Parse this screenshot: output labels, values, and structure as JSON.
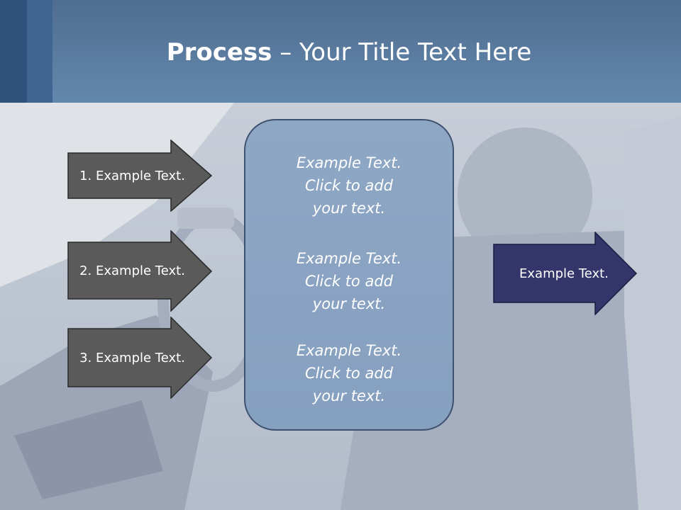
{
  "title": {
    "bold": "Process",
    "rest": " – Your Title Text Here"
  },
  "left_arrows": [
    {
      "label": "1. Example Text."
    },
    {
      "label": "2. Example Text."
    },
    {
      "label": "3. Example Text."
    }
  ],
  "center_box": {
    "blocks": [
      {
        "line1": "Example Text.",
        "line2": "Click  to add",
        "line3": "your text."
      },
      {
        "line1": "Example Text.",
        "line2": "Click  to add",
        "line3": "your text."
      },
      {
        "line1": "Example Text.",
        "line2": "Click  to add",
        "line3": "your text."
      }
    ]
  },
  "right_arrow": {
    "label": "Example Text."
  },
  "colors": {
    "title_bar": "#5a7ca0",
    "left_arrow_fill": "#5a5a5a",
    "center_box_fill": "#8aa3c2",
    "right_arrow_fill": "#34356b"
  }
}
